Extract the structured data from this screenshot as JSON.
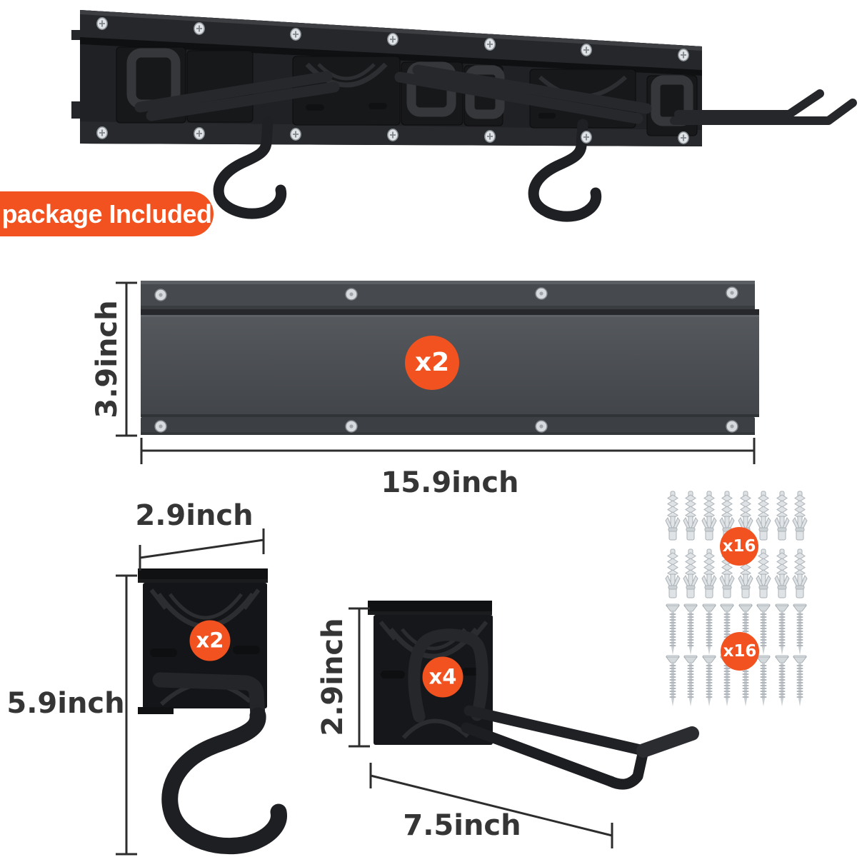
{
  "colors": {
    "orange": "#F2521F"
  },
  "package_badge": {
    "label": "package Included"
  },
  "rail": {
    "qty": "x2",
    "height_label": "3.9inch",
    "length_label": "15.9inch"
  },
  "s_hook": {
    "qty": "x2",
    "width_label": "2.9inch",
    "height_label": "5.9inch"
  },
  "double_hook": {
    "qty": "x4",
    "height_label": "2.9inch",
    "length_label": "7.5inch"
  },
  "wall_anchors": {
    "qty": "x16"
  },
  "mounting_screws": {
    "qty": "x16"
  }
}
